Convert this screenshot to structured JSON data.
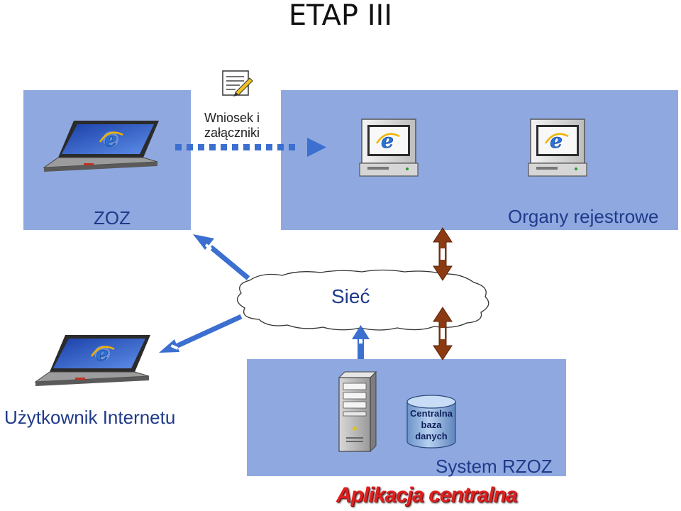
{
  "title": "ETAP III",
  "document": {
    "label_line1": "Wniosek i",
    "label_line2": "załączniki"
  },
  "panels": {
    "zoz": {
      "label": "ZOZ"
    },
    "registry": {
      "label": "Organy rejestrowe"
    },
    "system": {
      "label": "System RZOZ"
    }
  },
  "network": {
    "label": "Sieć"
  },
  "user": {
    "label": "Użytkownik Internetu"
  },
  "database": {
    "line1": "Centralna",
    "line2": "baza",
    "line3": "danych"
  },
  "app_caption": "Aplikacja centralna",
  "colors": {
    "panel": "#8fa9e0",
    "arrow_blue": "#3b6fd0",
    "arrow_brown": "#8b3a12",
    "label_blue": "#1f3a8a",
    "caption_red": "#e02020"
  },
  "icons": [
    "notepad-icon",
    "laptop-icon",
    "monitor-icon",
    "internet-explorer-icon",
    "cloud-icon",
    "server-tower-icon",
    "database-icon"
  ]
}
